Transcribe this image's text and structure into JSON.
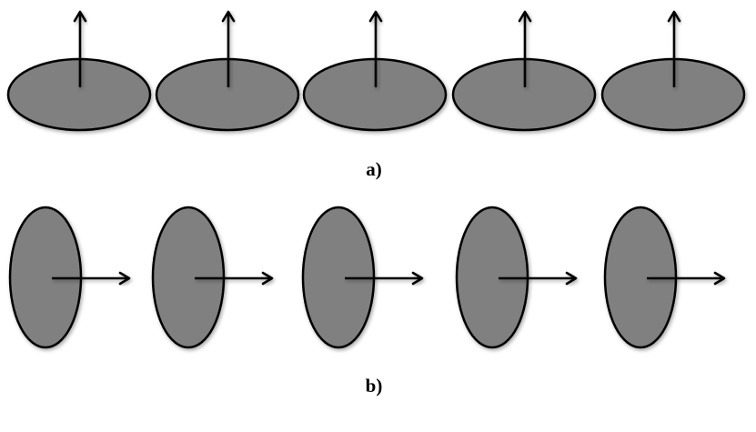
{
  "figure": {
    "panels": [
      {
        "label": "a)",
        "orientation": "flat",
        "moment_direction": "up",
        "element_count": 5
      },
      {
        "label": "b)",
        "orientation": "upright",
        "moment_direction": "right",
        "element_count": 5
      }
    ],
    "colors": {
      "disk_fill": "#808080",
      "outline": "#000000",
      "background": "#ffffff"
    }
  }
}
